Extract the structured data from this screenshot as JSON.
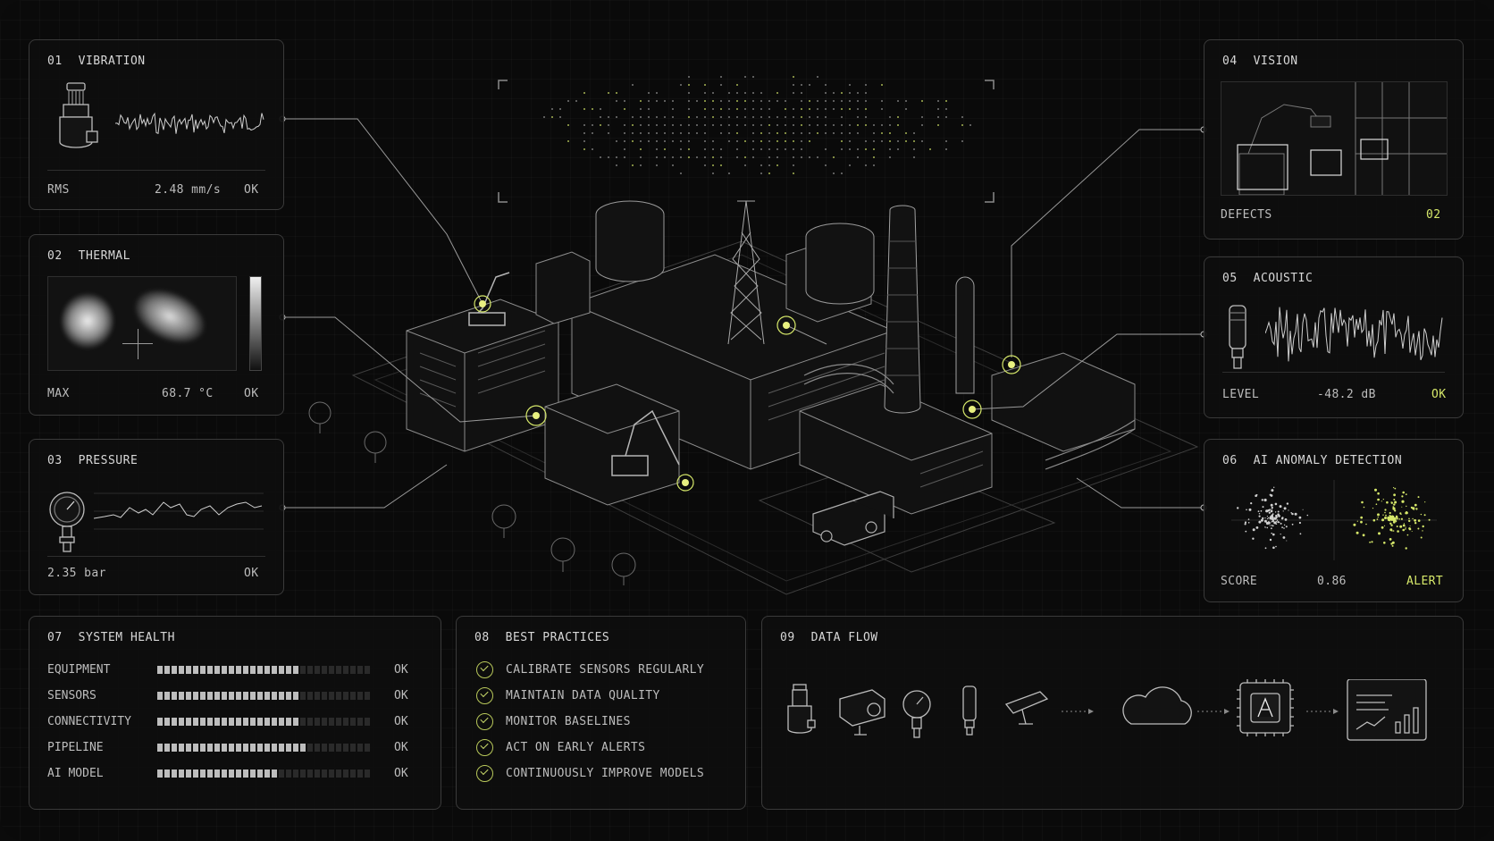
{
  "colors": {
    "accent": "#d6e86a",
    "panel_border": "#3a3a3a",
    "text": "#cfcfcf",
    "background": "#0a0a0a"
  },
  "vibration": {
    "num": "01",
    "title": "VIBRATION",
    "metric": "RMS",
    "value": "2.48 mm/s",
    "status": "OK",
    "icon": "vibration-sensor-icon"
  },
  "thermal": {
    "num": "02",
    "title": "THERMAL",
    "metric": "MAX",
    "value": "68.7 °C",
    "status": "OK",
    "icon": "thermal-image"
  },
  "pressure": {
    "num": "03",
    "title": "PRESSURE",
    "value": "2.35 bar",
    "status": "OK",
    "icon": "pressure-gauge-icon"
  },
  "vision": {
    "num": "04",
    "title": "VISION",
    "metric": "DEFECTS",
    "value": "02",
    "icon": "robot-arm-camera-view"
  },
  "acoustic": {
    "num": "05",
    "title": "ACOUSTIC",
    "metric": "LEVEL",
    "value": "-48.2 dB",
    "status": "OK",
    "icon": "microphone-sensor-icon"
  },
  "anomaly": {
    "num": "06",
    "title": "AI ANOMALY DETECTION",
    "metric": "SCORE",
    "value": "0.86",
    "status": "ALERT"
  },
  "health": {
    "num": "07",
    "title": "SYSTEM HEALTH",
    "rows": [
      {
        "label": "EQUIPMENT",
        "level": 0.66,
        "status": "OK"
      },
      {
        "label": "SENSORS",
        "level": 0.66,
        "status": "OK"
      },
      {
        "label": "CONNECTIVITY",
        "level": 0.66,
        "status": "OK"
      },
      {
        "label": "PIPELINE",
        "level": 0.7,
        "status": "OK"
      },
      {
        "label": "AI MODEL",
        "level": 0.58,
        "status": "OK"
      }
    ]
  },
  "practices": {
    "num": "08",
    "title": "BEST PRACTICES",
    "items": [
      "CALIBRATE SENSORS REGULARLY",
      "MAINTAIN DATA QUALITY",
      "MONITOR BASELINES",
      "ACT ON EARLY ALERTS",
      "CONTINUOUSLY IMPROVE MODELS"
    ]
  },
  "dataflow": {
    "num": "09",
    "title": "DATA FLOW",
    "icons": [
      "vibration-sensor-icon",
      "thermal-camera-icon",
      "pressure-gauge-icon",
      "acoustic-sensor-icon",
      "security-camera-icon",
      "cloud-icon",
      "ai-chip-icon",
      "dashboard-icon"
    ]
  }
}
